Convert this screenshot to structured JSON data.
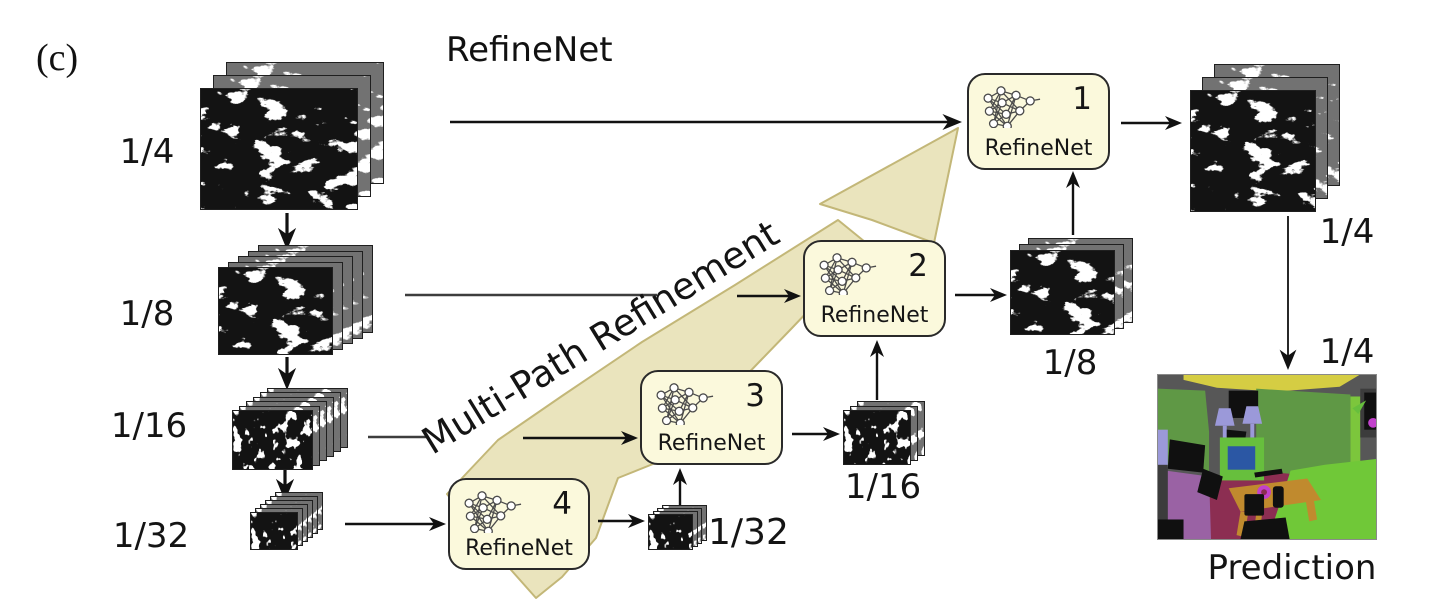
{
  "panel_label": "(c)",
  "title": "RefineNet",
  "multipath_label": "Multi-Path Refinement",
  "prediction_label": "Prediction",
  "input_scales": {
    "s4": "1/4",
    "s8": "1/8",
    "s16": "1/16",
    "s32": "1/32"
  },
  "output_scales": {
    "s32": "1/32",
    "s16": "1/16",
    "s8": "1/8",
    "s4": "1/4",
    "pred": "1/4"
  },
  "blocks": [
    {
      "number": "1",
      "label": "RefineNet"
    },
    {
      "number": "2",
      "label": "RefineNet"
    },
    {
      "number": "3",
      "label": "RefineNet"
    },
    {
      "number": "4",
      "label": "RefineNet"
    }
  ],
  "icons": {
    "block_icon": "neural-network-icon"
  },
  "colors": {
    "text": "#141414",
    "block_fill": "#fbf9dc",
    "block_border": "#2a2a2a",
    "tan_fill": "#eae4bd",
    "tan_stroke": "#c3b778",
    "line_dark": "#111111",
    "line_gray": "#3d3d3d"
  },
  "prediction_palette": {
    "bg_gray": "#575757",
    "ceiling_yellow": "#d5cd43",
    "wall_green": "#5f9845",
    "bright_green": "#7cc63c",
    "tv_green": "#67bf3d",
    "screen_blue": "#2b57a4",
    "floor_maroon": "#8c2e52",
    "table_orange": "#c08a2e",
    "cabinet_purple": "#9a62a4",
    "couch_green": "#70c838",
    "lamp_lavender": "#9b99d9",
    "magenta": "#c241cc",
    "black": "#101010",
    "dark_gray": "#3c3c3c"
  }
}
